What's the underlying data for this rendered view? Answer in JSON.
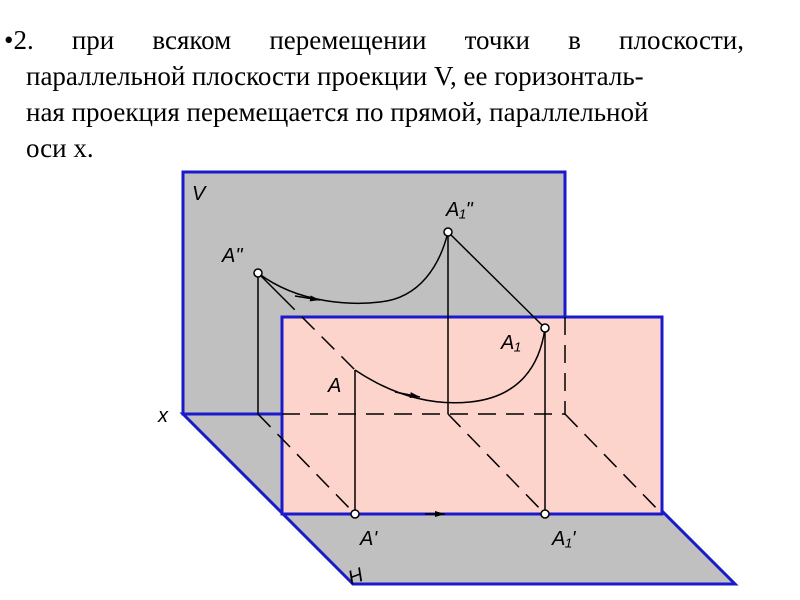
{
  "text": {
    "bullet": "•",
    "line1_words": [
      "2.",
      "при",
      "всяком",
      "перемещении",
      "точки",
      "в",
      "плоскости,"
    ],
    "line2": "параллельной плоскости  проекции  V, ее горизонталь-",
    "line3": "ная проекция перемещается по прямой, параллельной",
    "line4": "оси х."
  },
  "labels": {
    "plane_v": "V",
    "plane_h": "H",
    "axis_x": "x",
    "a_front": "A\"",
    "a1_front": "A₁\"",
    "a": "A",
    "a1": "A₁",
    "a_top": "A'",
    "a1_top": "A₁'"
  },
  "colors": {
    "plane_v_fill": "#c0c0c0",
    "plane_h_fill": "#c0c0c0",
    "moving_plane_fill": "#fcd4cc",
    "plane_border": "#1a1acc",
    "lines": "#000000"
  }
}
